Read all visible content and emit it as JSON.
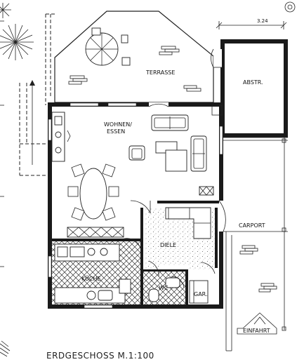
{
  "drawing": {
    "title": "ERDGESCHOSS M.1:100",
    "dimension": "3.24"
  },
  "rooms": {
    "terrasse": "TERRASSE",
    "abstr": "ABSTR.",
    "wohnen_line1": "WOHNEN/",
    "wohnen_line2": "ESSEN",
    "carport": "CARPORT",
    "diele": "DIELE",
    "kueche": "KÜCHE",
    "wc": "WC",
    "gar": "GAR.",
    "einfahrt": "EINFAHRT"
  }
}
